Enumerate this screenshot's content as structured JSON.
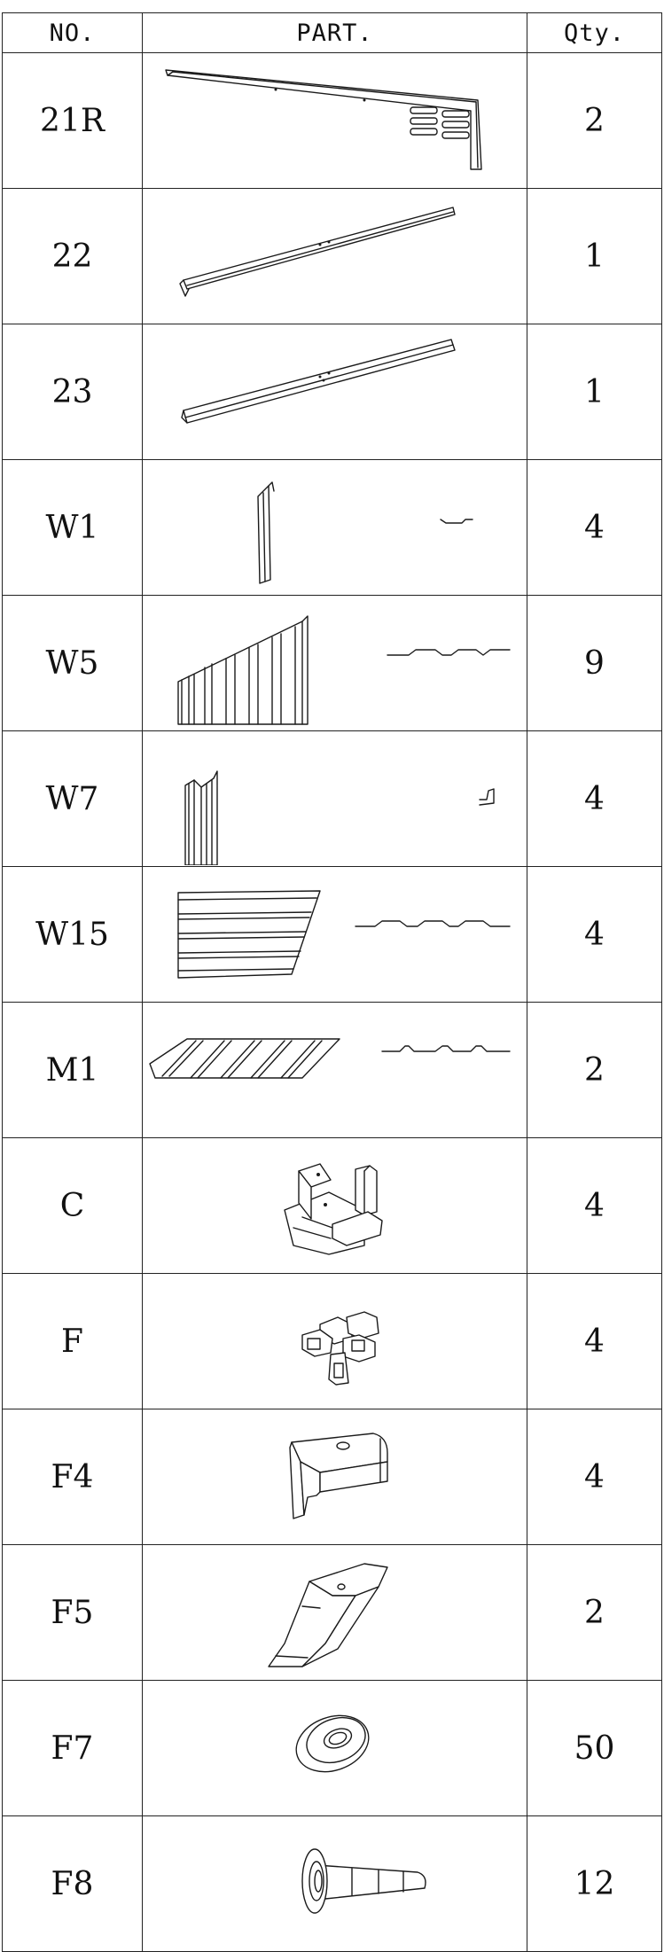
{
  "table": {
    "headers": {
      "no": "NO.",
      "part": "PART.",
      "qty": "Qty."
    },
    "rows": [
      {
        "no": "21R",
        "qty": "2",
        "icon": "triangular-brace-icon"
      },
      {
        "no": "22",
        "qty": "1",
        "icon": "angle-rail-icon"
      },
      {
        "no": "23",
        "qty": "1",
        "icon": "angle-rail-icon"
      },
      {
        "no": "W1",
        "qty": "4",
        "icon": "narrow-wall-panel-icon"
      },
      {
        "no": "W5",
        "qty": "9",
        "icon": "corrugated-wall-panel-icon"
      },
      {
        "no": "W7",
        "qty": "4",
        "icon": "edge-wall-panel-icon"
      },
      {
        "no": "W15",
        "qty": "4",
        "icon": "horizontal-wall-panel-icon"
      },
      {
        "no": "M1",
        "qty": "2",
        "icon": "roof-panel-icon"
      },
      {
        "no": "C",
        "qty": "4",
        "icon": "corner-connector-icon"
      },
      {
        "no": "F",
        "qty": "4",
        "icon": "cross-connector-icon"
      },
      {
        "no": "F4",
        "qty": "4",
        "icon": "corner-cap-icon"
      },
      {
        "no": "F5",
        "qty": "2",
        "icon": "ridge-cap-icon"
      },
      {
        "no": "F7",
        "qty": "50",
        "icon": "washer-icon"
      },
      {
        "no": "F8",
        "qty": "12",
        "icon": "wall-anchor-icon"
      }
    ]
  }
}
